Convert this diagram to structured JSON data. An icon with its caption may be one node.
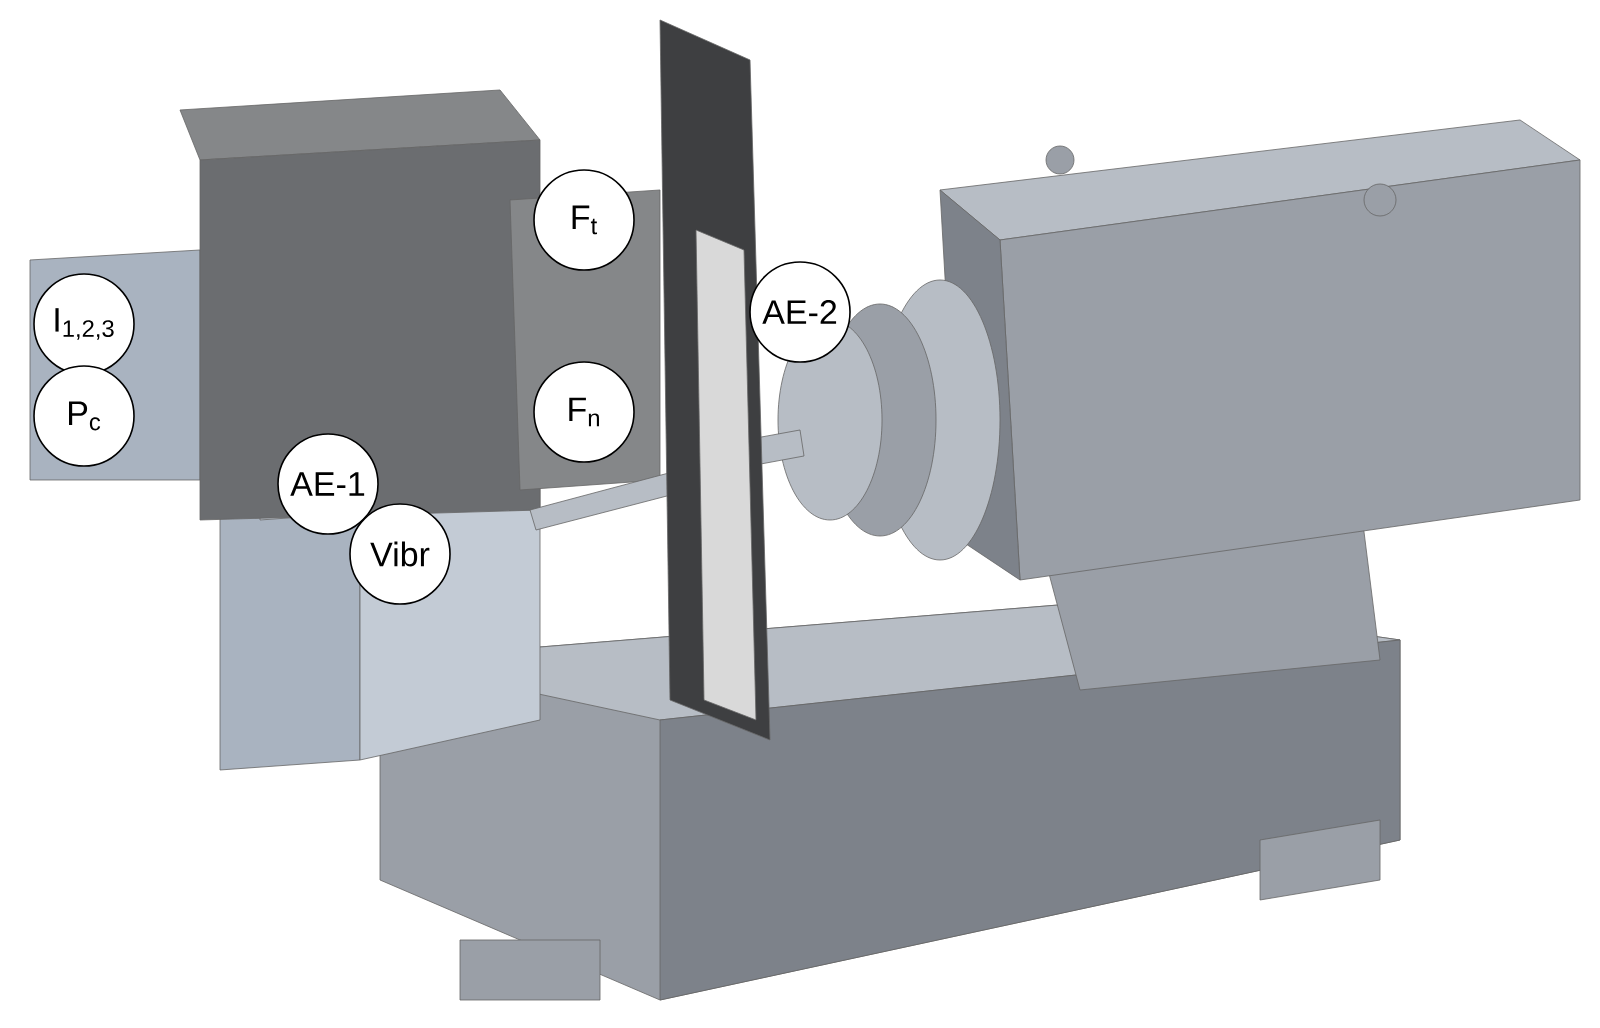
{
  "diagram": {
    "nodes": [
      {
        "text": [
          "I$_{1,2,3}$"
        ]
      },
      {
        "text": [
          "P$_{c}$"
        ]
      },
      {
        "text": [
          "F$_{t}$"
        ]
      },
      {
        "text": [
          "F$_{n}$"
        ]
      },
      {
        "text": [
          "AE-2"
        ]
      },
      {
        "text": [
          "AE-1"
        ]
      },
      {
        "text": [
          "Vibr"
        ]
      }
    ]
  }
}
